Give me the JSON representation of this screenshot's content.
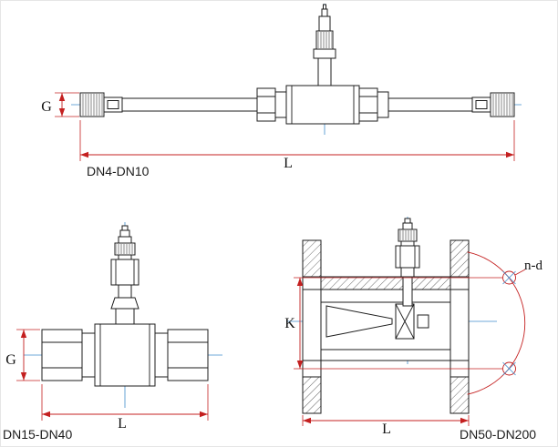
{
  "colors": {
    "line": "#1c1c1c",
    "dimension": "#c42020",
    "centerline": "#3f8ccc",
    "label": "#111111",
    "background": "#ffffff"
  },
  "figures": {
    "dn4_dn10": {
      "label": "DN4-DN10",
      "dim_g": "G",
      "dim_l": "L"
    },
    "dn15_dn40": {
      "label": "DN15-DN40",
      "dim_g": "G",
      "dim_l": "L"
    },
    "dn50_dn200": {
      "label": "DN50-DN200",
      "dim_k": "K",
      "dim_l": "L",
      "dim_bolt": "n-d"
    }
  }
}
